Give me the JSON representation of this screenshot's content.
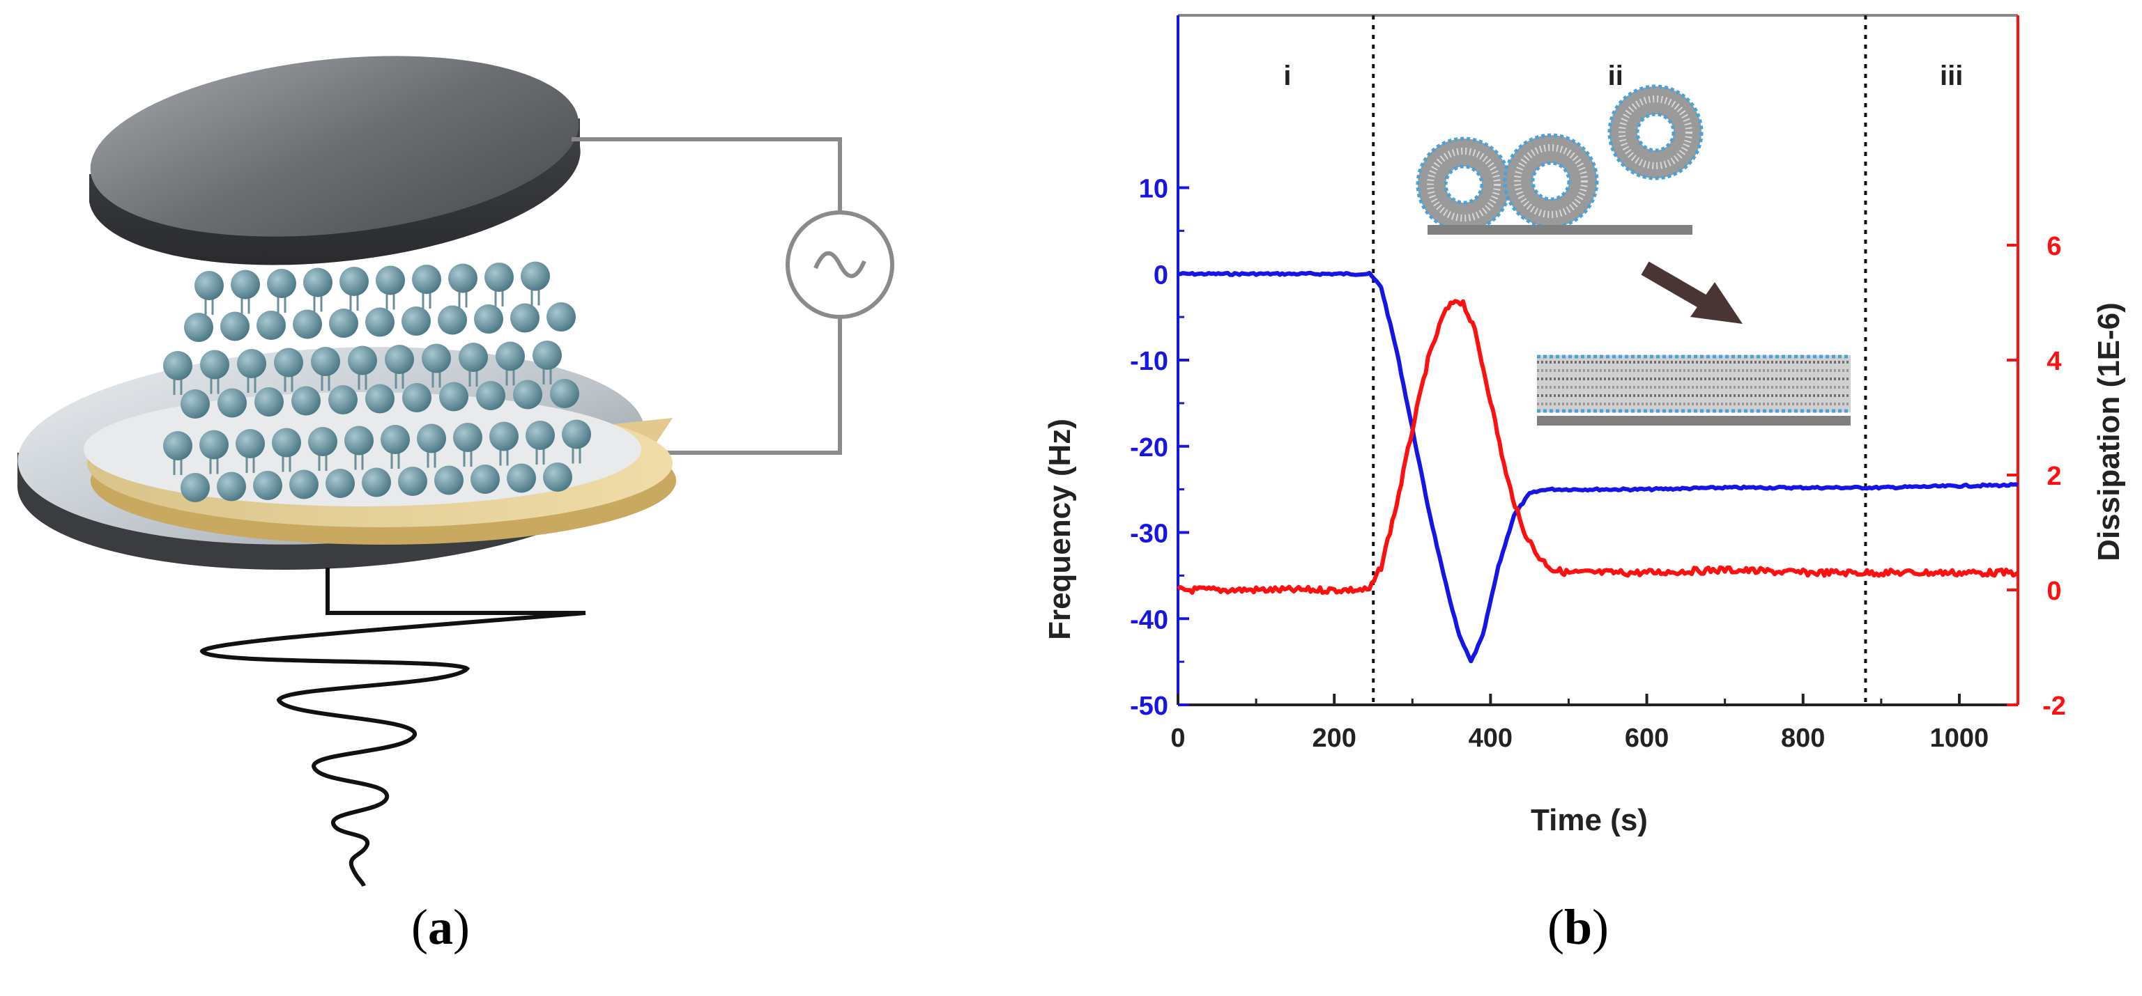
{
  "figure": {
    "panel_a_label": "a",
    "panel_b_label": "b"
  },
  "colors": {
    "frequency": "#1515e6",
    "dissipation": "#ff1010",
    "disk_dark": "#5c5f63",
    "electrode_gold": "#e0c78c",
    "lipid_head": "#5e8a98"
  },
  "icons": {
    "ac_source": "sine-wave-symbol",
    "vesicle": "lipid-vesicle-symbol",
    "bilayer": "lipid-bilayer-symbol",
    "arrow": "transition-arrow"
  },
  "chart_data": {
    "type": "line",
    "xlabel": "Time (s)",
    "ylabel_left": "Frequency (Hz)",
    "ylabel_right": "Dissipation (1E-6)",
    "xlim": [
      0,
      1075
    ],
    "ylim_left": [
      -50,
      30
    ],
    "ylim_right": [
      -2,
      10
    ],
    "x_ticks": [
      0,
      200,
      400,
      600,
      800,
      1000
    ],
    "y_ticks_left": [
      10,
      0,
      -10,
      -20,
      -30,
      -40,
      -50
    ],
    "y_ticks_right": [
      6,
      4,
      2,
      0,
      -2
    ],
    "phase_boundaries": [
      250,
      880
    ],
    "phase_labels": [
      {
        "text": "i",
        "x": 140
      },
      {
        "text": "ii",
        "x": 560
      },
      {
        "text": "iii",
        "x": 990
      }
    ],
    "series": [
      {
        "name": "Frequency (Hz)",
        "axis": "left",
        "x": [
          0,
          100,
          200,
          245,
          260,
          280,
          300,
          320,
          340,
          360,
          375,
          390,
          410,
          430,
          450,
          470,
          500,
          600,
          700,
          800,
          900,
          1000,
          1075
        ],
        "y": [
          0,
          0,
          0,
          0,
          -1.5,
          -9,
          -18,
          -27,
          -35,
          -42,
          -45,
          -42,
          -34,
          -28,
          -25.5,
          -25,
          -25,
          -25,
          -24.8,
          -24.8,
          -24.8,
          -24.6,
          -24.5
        ]
      },
      {
        "name": "Dissipation (1E-6)",
        "axis": "right",
        "x": [
          0,
          100,
          200,
          245,
          260,
          280,
          300,
          320,
          340,
          355,
          365,
          380,
          400,
          420,
          440,
          460,
          480,
          500,
          600,
          700,
          800,
          900,
          1000,
          1075
        ],
        "y": [
          0,
          0,
          0,
          0,
          0.4,
          1.5,
          2.8,
          4.0,
          4.8,
          5.05,
          5.0,
          4.5,
          3.3,
          2.0,
          1.1,
          0.6,
          0.35,
          0.3,
          0.3,
          0.35,
          0.3,
          0.3,
          0.3,
          0.3
        ]
      }
    ]
  }
}
